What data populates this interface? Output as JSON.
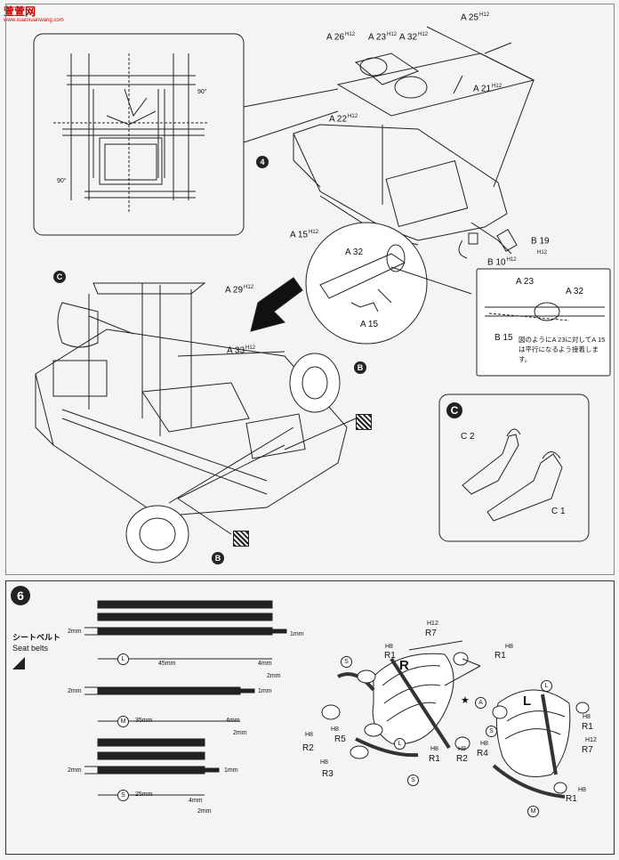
{
  "watermark": {
    "name": "萱萱网",
    "url": "www.xuanxuanwang.com"
  },
  "top_panel": {
    "callouts": [
      {
        "id": "a25",
        "text": "A 25",
        "h": "H12"
      },
      {
        "id": "a26",
        "text": "A 26",
        "h": "H12"
      },
      {
        "id": "a23",
        "text": "A 23",
        "h": "H12"
      },
      {
        "id": "a32",
        "text": "A 32",
        "h": "H12"
      },
      {
        "id": "a21",
        "text": "A 21",
        "h": "H12"
      },
      {
        "id": "a22",
        "text": "A 22",
        "h": "H12"
      },
      {
        "id": "a15",
        "text": "A 15",
        "h": "H12"
      },
      {
        "id": "b19",
        "text": "B 19",
        "h": ""
      },
      {
        "id": "b10",
        "text": "B 10",
        "h": "H12"
      },
      {
        "id": "h12b",
        "text": "",
        "h": "H12"
      }
    ],
    "step": "4",
    "angle1": "90°",
    "angle2": "90°",
    "detail_a32": "A 32",
    "detail_a15": "A 15",
    "box_a23": "A 23",
    "box_a32": "A 32",
    "box_b15": "B 15",
    "box_note": "図のようにA 23に対してA 15は平行になるよう接着します。",
    "c_marker": "C",
    "a29": "A 29",
    "a29h": "H12",
    "a33": "A 33",
    "a33h": "H12",
    "b_marker": "B",
    "c_box_marker": "C",
    "c2": "C 2",
    "c1": "C 1"
  },
  "bottom_panel": {
    "step": "6",
    "title_jp": "シートベルト",
    "title_en": "Seat belts",
    "belts": [
      {
        "code": "L",
        "length": "45mm",
        "w": "2mm",
        "end": "1mm",
        "tip": "4mm",
        "tip2": "2mm"
      },
      {
        "code": "M",
        "length": "35mm",
        "w": "2mm",
        "end": "1mm",
        "tip": "4mm",
        "tip2": "2mm"
      },
      {
        "code": "S",
        "length": "25mm",
        "w": "2mm",
        "end": "1mm",
        "tip": "4mm",
        "tip2": "2mm"
      }
    ],
    "parts": {
      "r7": "R7",
      "r1": "R1",
      "r2": "R2",
      "r3": "R3",
      "r4": "R4",
      "r5": "R5",
      "h8": "H8",
      "h12": "H12",
      "side_r": "R",
      "side_l": "L",
      "s": "S",
      "a": "A",
      "l": "L",
      "m": "M"
    }
  }
}
